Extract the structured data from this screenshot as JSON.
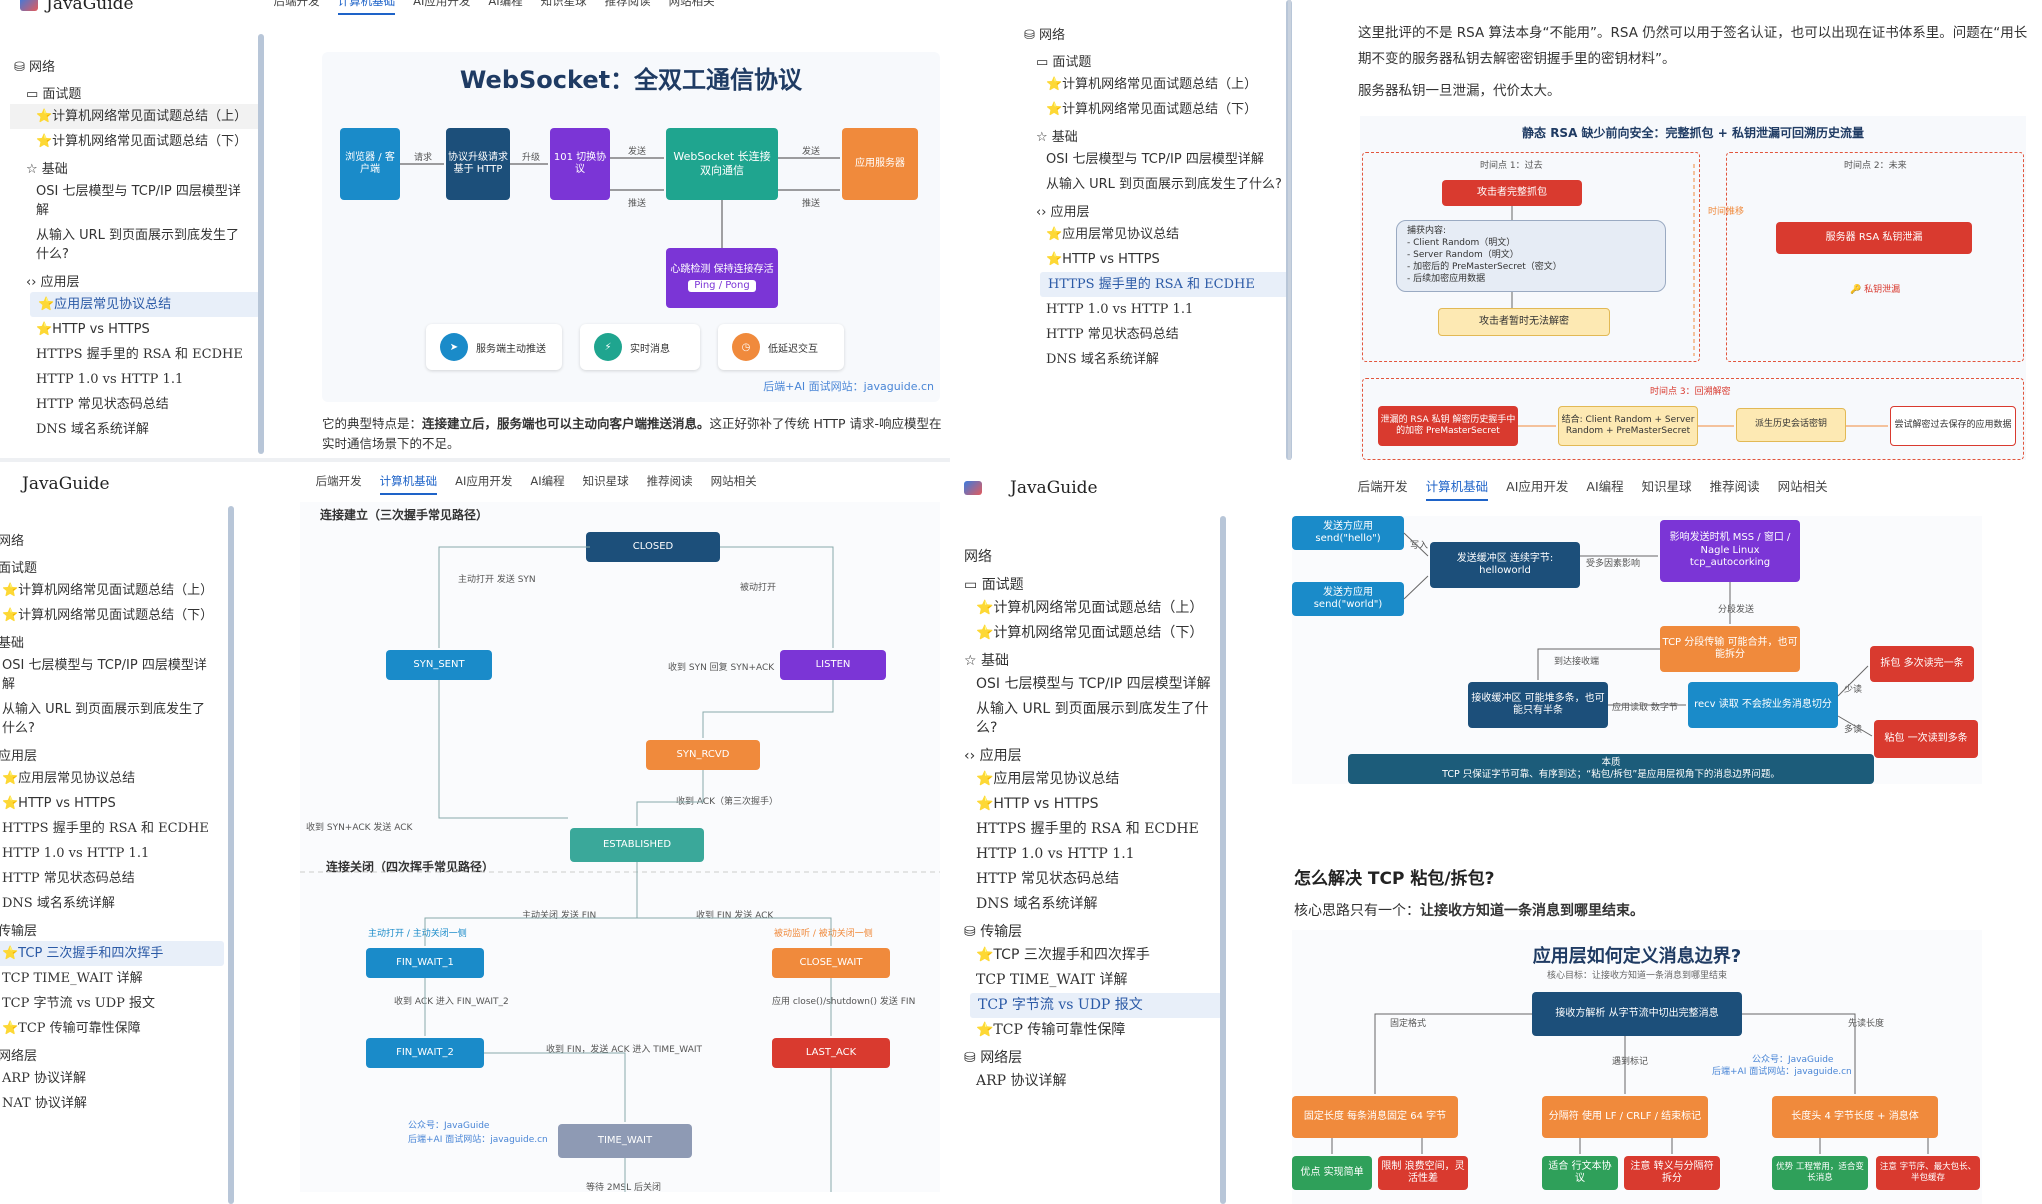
{
  "site": {
    "brand": "JavaGuide",
    "nav": [
      "后端开发",
      "计算机基础",
      "AI应用开发",
      "AI编程",
      "知识星球",
      "推荐阅读",
      "网站相关"
    ],
    "active_nav": "计算机基础"
  },
  "sidebar_a": {
    "group": "网络",
    "sections": [
      {
        "title": "面试题",
        "items": [
          "⭐计算机网络常见面试题总结（上）",
          "⭐计算机网络常见面试题总结（下）"
        ]
      },
      {
        "title": "基础",
        "items": [
          "OSI 七层模型与 TCP/IP 四层模型详解",
          "从输入 URL 到页面展示到底发生了什么?"
        ]
      },
      {
        "title": "应用层",
        "items": [
          "⭐应用层常见协议总结",
          "⭐HTTP vs HTTPS",
          "HTTPS 握手里的 RSA 和 ECDHE",
          "HTTP 1.0 vs HTTP 1.1",
          "HTTP 常见状态码总结",
          "DNS 域名系统详解"
        ]
      }
    ],
    "transport_title": "传输层",
    "transport_items": [
      "⭐TCP 三次握手和四次挥手",
      "TCP TIME_WAIT 详解",
      "TCP 字节流 vs UDP 报文",
      "⭐TCP 传输可靠性保障"
    ],
    "network_title": "网络层",
    "network_items": [
      "ARP 协议详解",
      "NAT 协议详解"
    ]
  },
  "ws": {
    "title": "WebSocket：全双工通信协议",
    "nodes": [
      "浏览器 / 客户端",
      "协议升级请求 基于 HTTP",
      "101 切换协议",
      "WebSocket 长连接 双向通信",
      "应用服务器"
    ],
    "edge_labels": [
      "请求",
      "升级",
      "发送",
      "推送",
      "发送",
      "推送"
    ],
    "heartbeat": "心跳检测 保持连接存活",
    "heartbeat_sub": "Ping / Pong",
    "features": [
      "服务端主动推送",
      "实时消息",
      "低延迟交互"
    ],
    "credit": "后端+AI 面试网站：javaguide.cn",
    "para_prefix": "它的典型特点是：",
    "para_bold": "连接建立后，服务端也可以主动向客户端推送消息。",
    "para_rest": "这正好弥补了传统 HTTP 请求-响应模型在实时通信场景下的不足。"
  },
  "rsa": {
    "p1": "这里批评的不是 RSA 算法本身“不能用”。RSA 仍然可以用于签名认证，也可以出现在证书体系里。问题在“用长期不变的服务器私钥去解密密钥握手里的密钥材料”。",
    "p2": "服务器私钥一旦泄漏，代价太大。",
    "diagram_title": "静态 RSA 缺少前向安全：完整抓包 + 私钥泄漏可回溯历史流量",
    "t1": "时间点 1：过去",
    "t2": "时间点 2：未来",
    "t3": "时间点 3：回溯解密",
    "attacker": "攻击者完整抓包",
    "captured_title": "捕获内容:",
    "captured": [
      "- Client Random（明文）",
      "- Server Random（明文）",
      "- 加密后的 PreMasterSecret（密文）",
      "- 后续加密应用数据"
    ],
    "cannot": "攻击者暂时无法解密",
    "time_pass": "时间推移",
    "leak": "服务器 RSA 私钥泄漏",
    "key_leak": "🔑 私钥泄漏",
    "steps": [
      "泄漏的 RSA 私钥 解密历史握手中的加密 PreMasterSecret",
      "结合: Client Random + Server Random + PreMasterSecret",
      "派生历史会话密钥",
      "尝试解密过去保存的应用数据"
    ]
  },
  "tcp": {
    "heading1": "连接建立（三次握手常见路径）",
    "heading2": "连接关闭（四次挥手常见路径）",
    "states": [
      "CLOSED",
      "SYN_SENT",
      "LISTEN",
      "SYN_RCVD",
      "ESTABLISHED",
      "FIN_WAIT_1",
      "CLOSE_WAIT",
      "FIN_WAIT_2",
      "LAST_ACK",
      "TIME_WAIT"
    ],
    "labels": [
      "主动打开 发送 SYN",
      "被动打开",
      "收到 SYN 回复 SYN+ACK",
      "收到 ACK（第三次握手）",
      "收到 SYN+ACK 发送 ACK",
      "主动关闭 发送 FIN",
      "收到 FIN 发送 ACK",
      "主动打开 / 主动关闭一侧",
      "被动监听 / 被动关闭一侧",
      "收到 ACK 进入 FIN_WAIT_2",
      "应用 close()/shutdown() 发送 FIN",
      "收到 FIN，发送 ACK 进入 TIME_WAIT",
      "等待 2MSL 后关闭"
    ],
    "credit1": "公众号：JavaGuide",
    "credit2": "后端+AI 面试网站：javaguide.cn"
  },
  "stick": {
    "send1": "发送方应用 send(\"hello\")",
    "send2": "发送方应用 send(\"world\")",
    "buffer": "发送缓冲区 连续字节: helloworld",
    "write": "写入",
    "factors_label": "受多因素影响",
    "factors": "影响发送时机 MSS / 窗口 / Nagle Linux tcp_autocorking",
    "seg_label": "分段发送",
    "seg": "TCP 分段传输 可能合并，也可能拆分",
    "arrive": "到达接收端",
    "recv_buf": "接收缓冲区 可能堆多条，也可能只有半条",
    "read": "应用读取 数字节",
    "recv": "recv 读取 不会按业务消息切分",
    "small": "少读",
    "many": "多读",
    "split": "拆包 多次读完一条",
    "stick": "粘包 一次读到多条",
    "essence_t": "本质",
    "essence": "TCP 只保证字节可靠、有序到达；“粘包/拆包”是应用层视角下的消息边界问题。",
    "h2": "怎么解决 TCP 粘包/拆包?",
    "p_prefix": "核心思路只有一个：",
    "p_bold": "让接收方知道一条消息到哪里结束。",
    "d_title": "应用层如何定义消息边界?",
    "d_sub": "核心目标：让接收方知道一条消息到哪里结束",
    "parse": "接收方解析 从字节流中切出完整消息",
    "e1": "固定格式",
    "e2": "遇到标记",
    "e3": "先读长度",
    "m1": "固定长度 每条消息固定 64 字节",
    "m2": "分隔符 使用 LF / CRLF / 结束标记",
    "m3": "长度头 4 字节长度 + 消息体",
    "g1": "优点 实现简单",
    "b1": "限制 浪费空间，灵活性差",
    "g2": "适合 行文本协议",
    "b2": "注意 转义与分隔符拆分",
    "g3": "优势 工程常用，适合变长消息",
    "b3": "注意 字节序、最大包长、半包缓存",
    "credit1": "公众号：JavaGuide",
    "credit2": "后端+AI 面试网站：javaguide.cn"
  },
  "colors": {
    "blue": "#1a8bc9",
    "navy": "#1c4f7a",
    "purple": "#7b35d6",
    "teal": "#1fa58f",
    "orange": "#f08a3c",
    "red": "#d93a2f",
    "green": "#2fa05a",
    "teal2": "#3aa89a"
  }
}
